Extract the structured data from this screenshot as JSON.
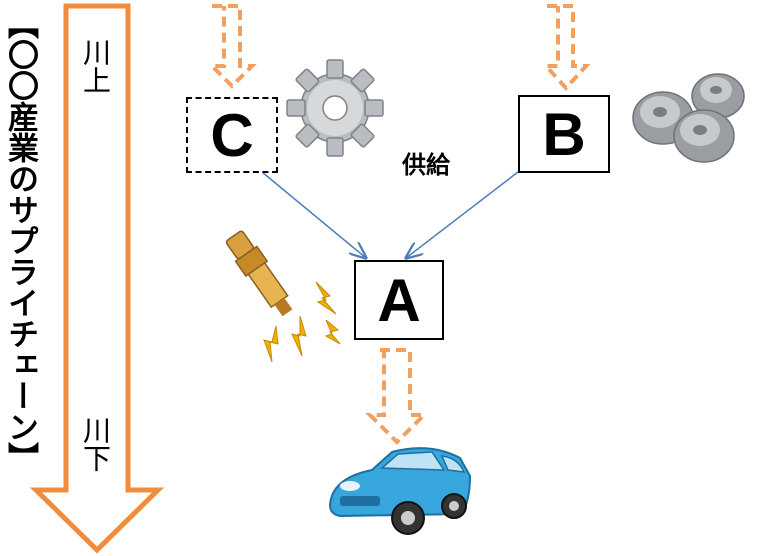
{
  "title": "【〇〇産業のサプライチェーン】",
  "upstream_label": "川上",
  "downstream_label": "川下",
  "nodes": {
    "c": {
      "label": "C"
    },
    "b": {
      "label": "B"
    },
    "a": {
      "label": "A"
    }
  },
  "supply_label": "供給",
  "colors": {
    "flow_orange": "#f0a060",
    "connector_blue": "#4a7ebb",
    "arrow_orange": "#f08c3c"
  },
  "icons": [
    "gear-icon",
    "gears-icon",
    "spark-plug-icon",
    "car-icon"
  ]
}
